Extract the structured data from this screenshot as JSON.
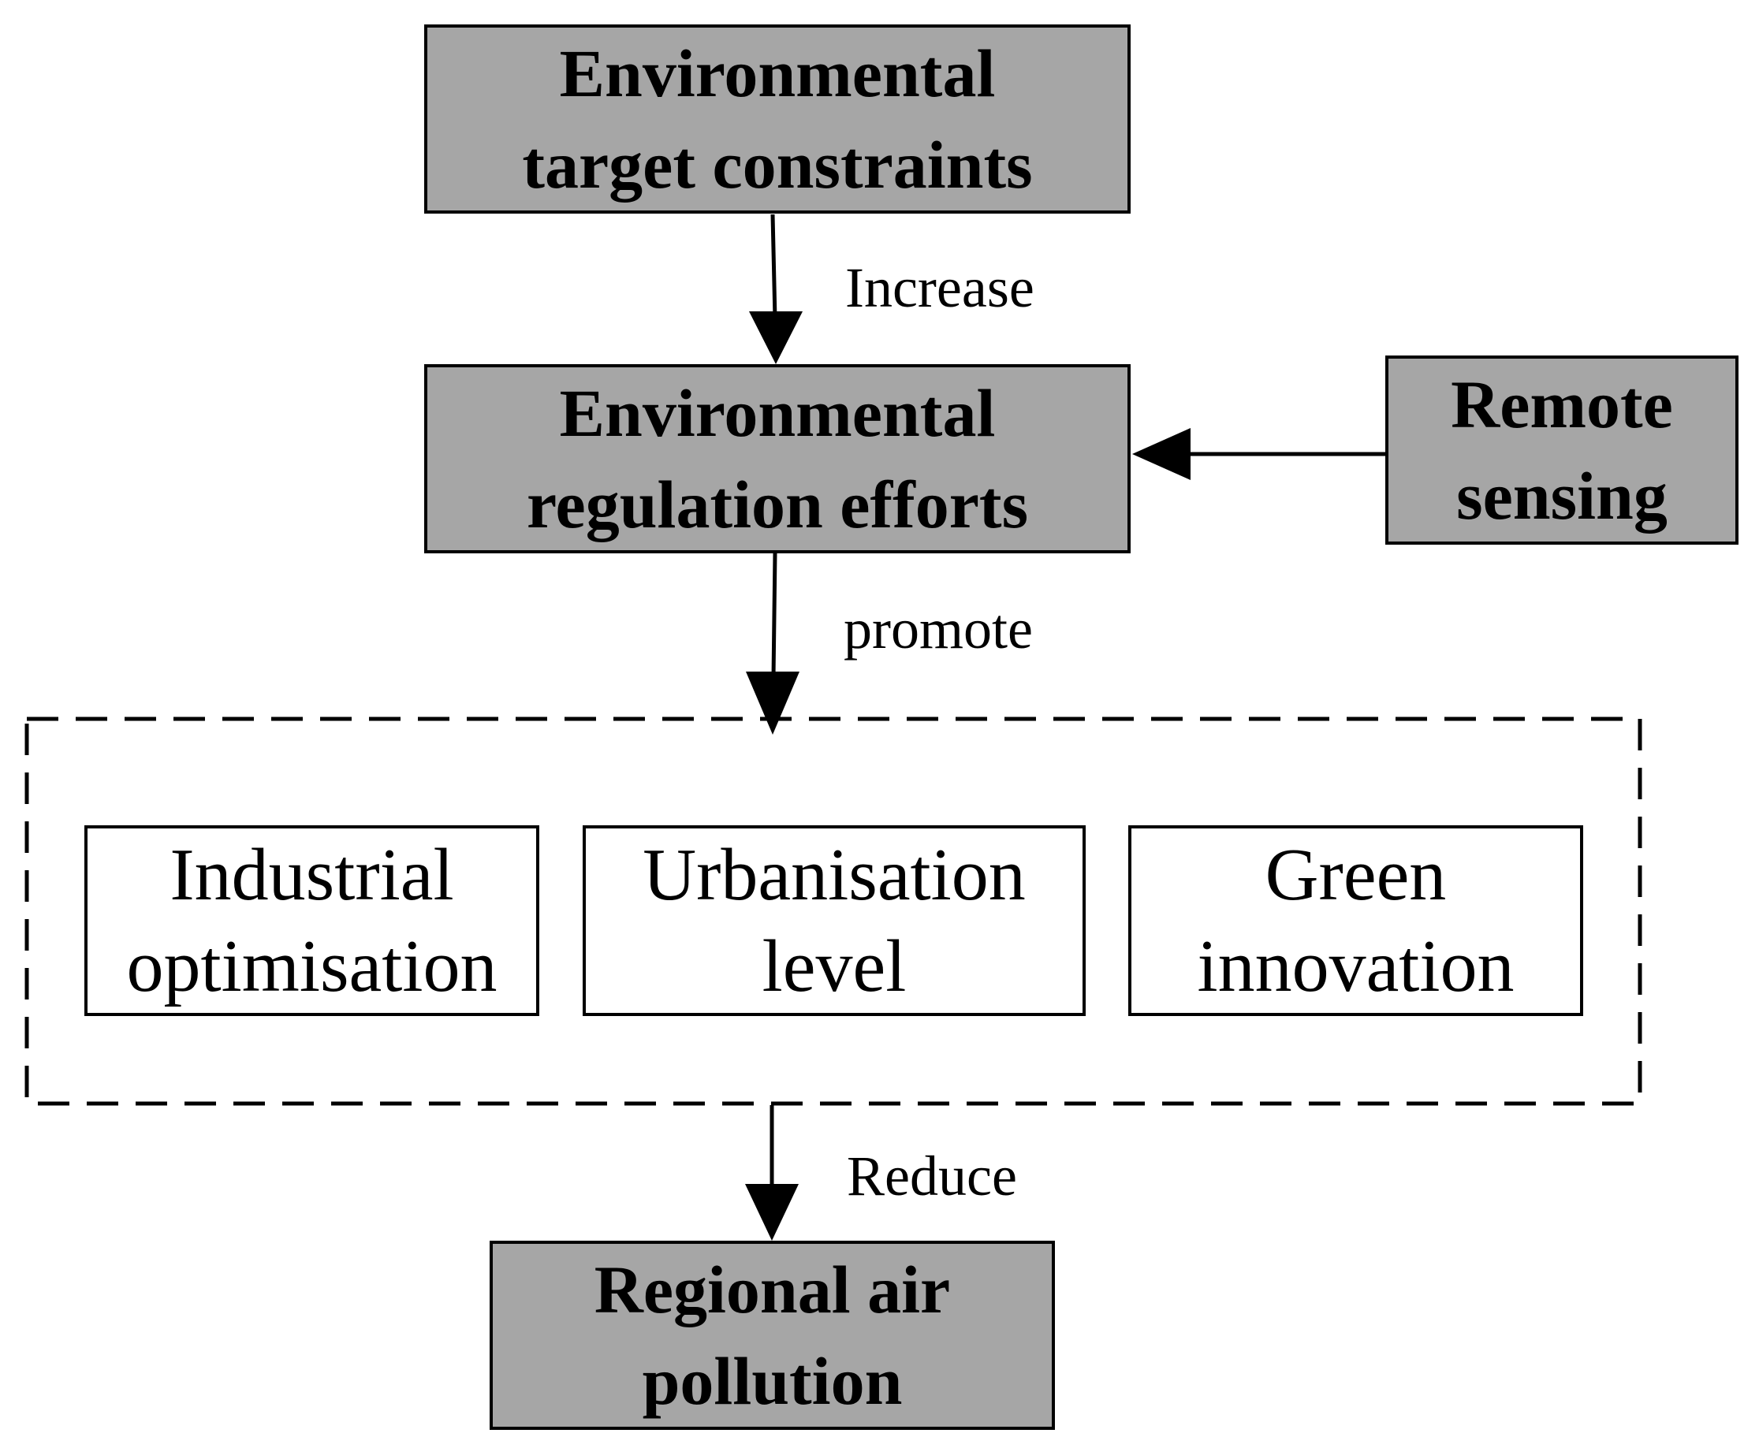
{
  "colors": {
    "gray_fill": "#a6a6a6",
    "white_fill": "#ffffff",
    "stroke": "#000000"
  },
  "nodes": {
    "env_target": {
      "line1": "Environmental",
      "line2": "target constraints"
    },
    "env_regulation": {
      "line1": "Environmental",
      "line2": "regulation efforts"
    },
    "remote_sensing": {
      "line1": "Remote",
      "line2": "sensing"
    },
    "industrial": {
      "line1": "Industrial",
      "line2": "optimisation"
    },
    "urbanisation": {
      "line1": "Urbanisation",
      "line2": "level"
    },
    "green": {
      "line1": "Green",
      "line2": "innovation"
    },
    "air_pollution": {
      "line1": "Regional air",
      "line2": "pollution"
    }
  },
  "edges": {
    "increase": "Increase",
    "promote": "promote",
    "reduce": "Reduce"
  }
}
